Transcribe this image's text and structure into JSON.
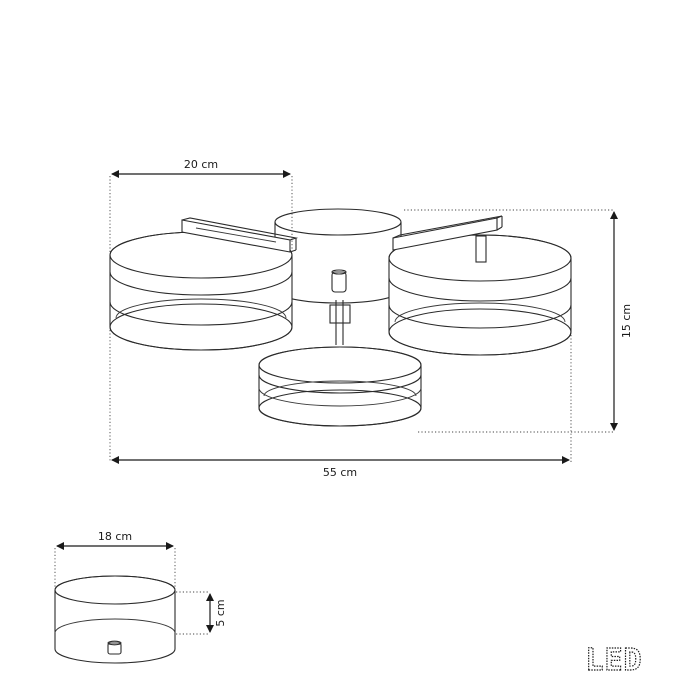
{
  "dimensions": {
    "shade_width": "20 cm",
    "total_width": "55 cm",
    "height": "15 cm",
    "base_width": "18 cm",
    "base_height": "5 cm"
  },
  "badge": {
    "label": "LED"
  }
}
